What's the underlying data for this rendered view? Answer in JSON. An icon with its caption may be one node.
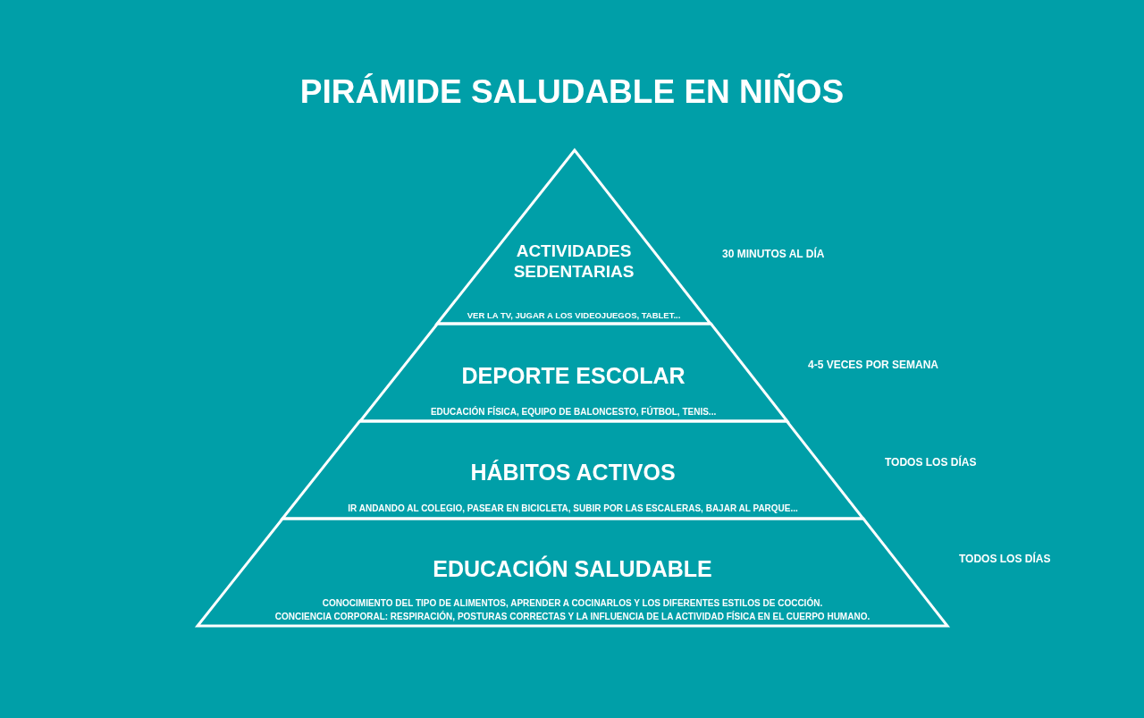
{
  "diagram": {
    "title": "PIRÁMIDE SALUDABLE EN NIÑOS",
    "nodes": [
      {
        "text": [
          "ACTIVIDADES SEDENTARIAS",
          "VER LA TV, JUGAR A LOS VIDEOJUEGOS, TABLET..."
        ],
        "beside": [
          "30 MINUTOS AL DÍA"
        ]
      },
      {
        "text": [
          "DEPORTE ESCOLAR",
          "EDUCACIÓN FÍSICA, EQUIPO DE BALONCESTO, FÚTBOL, TENIS..."
        ],
        "beside": [
          "4-5 VECES POR SEMANA"
        ]
      },
      {
        "text": [
          "HÁBITOS ACTIVOS",
          "IR ANDANDO AL COLEGIO, PASEAR EN BICICLETA, SUBIR POR LAS ESCALERAS, BAJAR AL PARQUE..."
        ],
        "beside": [
          "TODOS LOS DÍAS"
        ]
      },
      {
        "text": [
          "EDUCACIÓN SALUDABLE",
          "CONOCIMIENTO DEL TIPO DE ALIMENTOS, APRENDER A COCINARLOS Y LOS DIFERENTES ESTILOS DE COCCIÓN.",
          "CONCIENCIA CORPORAL: RESPIRACIÓN, POSTURAS CORRECTAS Y LA INFLUENCIA DE LA ACTIVIDAD FÍSICA EN EL CUERPO HUMANO."
        ],
        "beside": [
          "TODOS LOS DÍAS"
        ]
      }
    ]
  }
}
